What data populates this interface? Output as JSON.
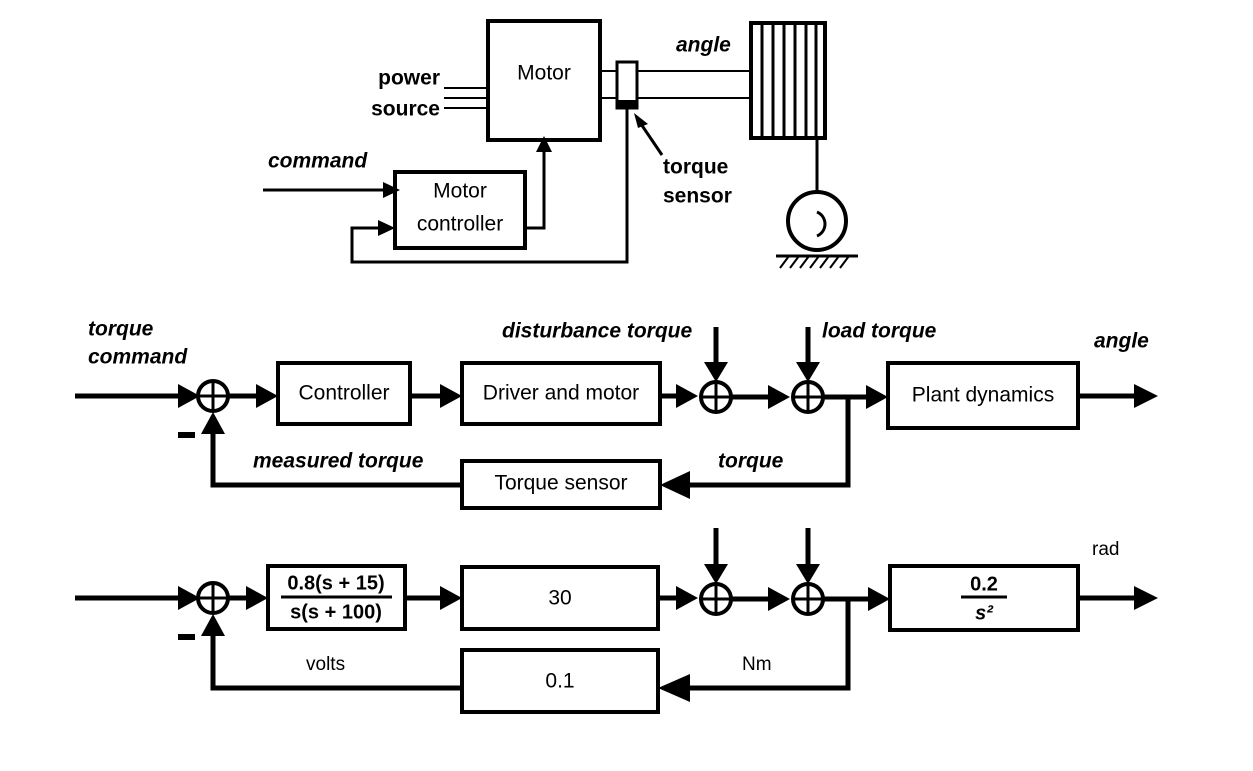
{
  "figure": {
    "title": "Torque control system block diagrams",
    "background_color": "#ffffff",
    "line_color": "#000000"
  },
  "schematic": {
    "name": "physical-schematic",
    "labels": {
      "power_source_line1": "power",
      "power_source_line2": "source",
      "command": "command",
      "angle": "angle",
      "torque_sensor_line1": "torque",
      "torque_sensor_line2": "sensor"
    },
    "blocks": {
      "motor": "Motor",
      "motor_controller_line1": "Motor",
      "motor_controller_line2": "controller"
    }
  },
  "block_diagram": {
    "name": "conceptual-block-diagram",
    "signals": {
      "input_line1": "torque",
      "input_line2": "command",
      "disturbance": "disturbance torque",
      "load": "load torque",
      "output": "angle",
      "feedback": "measured torque",
      "torque_tap": "torque",
      "minus": "-"
    },
    "blocks": {
      "controller": "Controller",
      "driver_motor": "Driver and motor",
      "plant": "Plant dynamics",
      "sensor": "Torque sensor"
    }
  },
  "numeric_diagram": {
    "name": "numeric-block-diagram",
    "signals": {
      "output": "rad",
      "feedback": "volts",
      "torque_tap": "Nm",
      "minus": "-"
    },
    "blocks": {
      "controller_numerator": "0.8(s + 15)",
      "controller_denominator": "s(s + 100)",
      "driver_motor_gain": "30",
      "sensor_gain": "0.1",
      "plant_numerator": "0.2",
      "plant_denominator": "s²"
    }
  }
}
